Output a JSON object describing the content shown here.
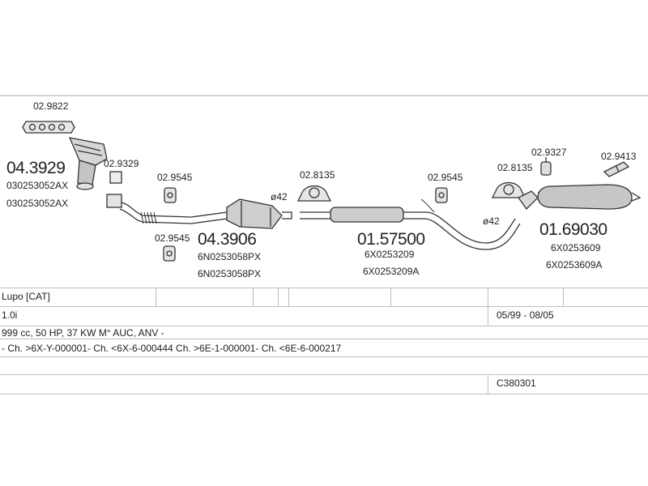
{
  "parts": {
    "gasket_top": "02.9822",
    "manifold_cat": "04.3929",
    "manifold_cat_oe1": "030253052AX",
    "manifold_cat_oe2": "030253052AX",
    "gasket_small": "02.9329",
    "hanger_1": "02.9545",
    "hanger_2": "02.9545",
    "catalyst": "04.3906",
    "catalyst_oe1": "6N0253058PX",
    "catalyst_oe2": "6N0253058PX",
    "dia_42_a": "ø42",
    "clamp_1": "02.8135",
    "middle_silencer": "01.57500",
    "middle_oe1": "6X0253209",
    "middle_oe2": "6X0253209A",
    "hanger_3": "02.9545",
    "dia_42_b": "ø42",
    "clamp_2": "02.8135",
    "rear_hanger": "02.9327",
    "rear_clip": "02.9413",
    "rear_silencer": "01.69030",
    "rear_oe1": "6X0253609",
    "rear_oe2": "6X0253609A"
  },
  "table": {
    "model": "Lupo  [CAT]",
    "engine": "1.0i",
    "period": "05/99 - 08/05",
    "spec": "999 cc, 50 HP, 37 KW M° AUC, ANV -",
    "chassis": "- Ch. >6X-Y-000001- Ch. <6X-6-000444 Ch. >6E-1-000001- Ch. <6E-6-000217",
    "code": "C380301"
  }
}
